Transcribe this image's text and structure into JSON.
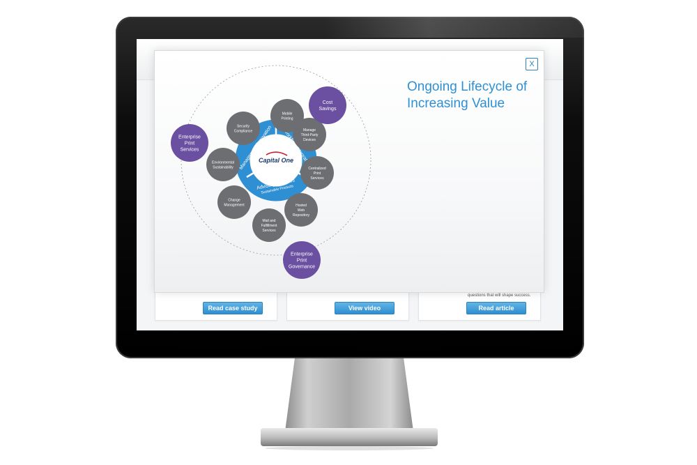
{
  "modal": {
    "title_line1": "Ongoing Lifecycle of",
    "title_line2": "Increasing Value",
    "close_label": "X"
  },
  "diagram": {
    "center_logo": "Capital One",
    "ring_sections": [
      {
        "title": "Management Innovation",
        "subtitle": "Sustainable Pages"
      },
      {
        "title": "Workflow Integration",
        "subtitle": "Sustainable Processes"
      },
      {
        "title": "Advisory Services",
        "subtitle": "Sustainable Products"
      }
    ],
    "gray_nodes": [
      {
        "label": [
          "Mobile",
          "Printing"
        ]
      },
      {
        "label": [
          "Manage",
          "Third-Party",
          "Devices"
        ]
      },
      {
        "label": [
          "Centralized",
          "Print",
          "Services"
        ]
      },
      {
        "label": [
          "Hosted",
          "Web",
          "Repository"
        ]
      },
      {
        "label": [
          "Mail and",
          "Fulfillment",
          "Services"
        ]
      },
      {
        "label": [
          "Change",
          "Management"
        ]
      },
      {
        "label": [
          "Environmental",
          "Sustainability"
        ]
      },
      {
        "label": [
          "Security",
          "Compliance"
        ]
      }
    ],
    "purple_nodes": [
      {
        "label": [
          "Cost",
          "Savings"
        ]
      },
      {
        "label": [
          "Enterprise",
          "Print",
          "Services"
        ]
      },
      {
        "label": [
          "Enterprise",
          "Print",
          "Governance"
        ]
      }
    ],
    "colors": {
      "gray_node": "#6d6e71",
      "purple_node": "#6b4fa0",
      "ring_blue": "#2f8fd3",
      "title_blue": "#2f8fd3"
    }
  },
  "cards": [
    {
      "button": "Read case study",
      "text": ""
    },
    {
      "button": "View video",
      "text": ""
    },
    {
      "button": "Read article",
      "text": "questions that will shape success."
    }
  ]
}
